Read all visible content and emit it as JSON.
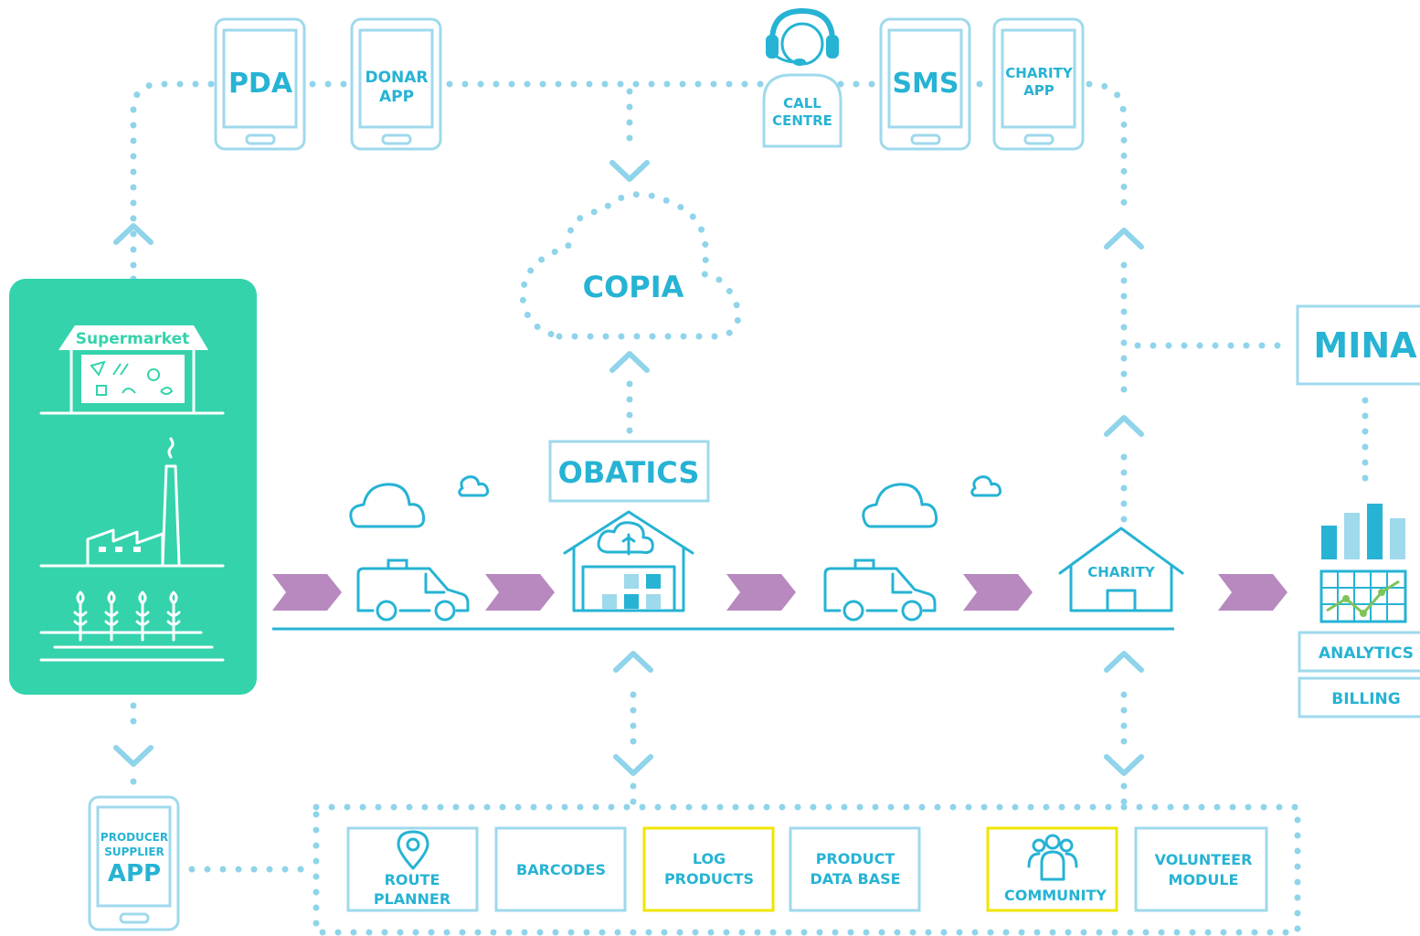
{
  "channels": {
    "pda": "PDA",
    "donar_app": [
      "DONAR",
      "APP"
    ],
    "call_centre": [
      "CALL",
      "CENTRE"
    ],
    "sms": "SMS",
    "charity_app": [
      "CHARITY",
      "APP"
    ]
  },
  "sources": {
    "supermarket": "Supermarket"
  },
  "cloud": "COPIA",
  "hub": "OBATICS",
  "charity": "CHARITY",
  "mina": "MINA",
  "mina_modules": {
    "analytics": "ANALYTICS",
    "billing": "BILLING"
  },
  "producer_app": [
    "PRODUCER",
    "SUPPLIER",
    "APP"
  ],
  "modules": {
    "route_planner": [
      "ROUTE",
      "PLANNER"
    ],
    "barcodes": "BARCODES",
    "log_products": [
      "LOG",
      "PRODUCTS"
    ],
    "product_database": [
      "PRODUCT",
      "DATA BASE"
    ],
    "community": "COMMUNITY",
    "volunteer_module": [
      "VOLUNTEER",
      "MODULE"
    ]
  },
  "colors": {
    "teal": "#34d3ac",
    "blue_text": "#26b3d4",
    "light_blue": "#9fd9ec",
    "purple": "#b789bf",
    "highlight": "#f0e500"
  }
}
